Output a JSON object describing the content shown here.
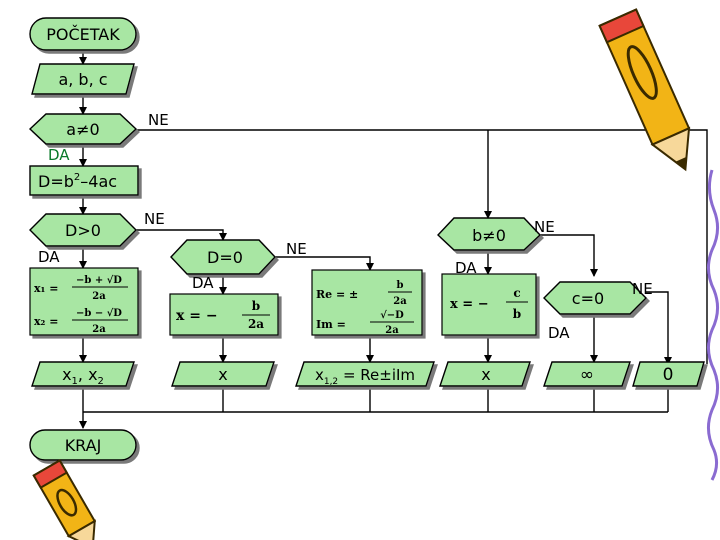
{
  "colors": {
    "fill": "#a8e6a3",
    "line": "#000000",
    "label_green": "#0b7a2a"
  },
  "nodes": {
    "start": "POČETAK",
    "input": "a, b, c",
    "cond_a": "a≠0",
    "discriminant_base": "D=b",
    "discriminant_exp": "2",
    "discriminant_rest": "–4ac",
    "cond_dpos": "D>0",
    "cond_dzero": "D=0",
    "cond_b": "b≠0",
    "cond_c": "c=0",
    "end": "KRAJ"
  },
  "labels": {
    "ne1": "NE",
    "da1": "DA",
    "ne2": "NE",
    "da2": "DA",
    "ne3": "NE",
    "da3": "DA",
    "ne4": "NE",
    "da4": "DA",
    "ne5": "NE"
  },
  "formulas": {
    "x1_lhs": "x₁ =",
    "x1_num": "−b + √D",
    "x1_den": "2a",
    "x2_lhs": "x₂ =",
    "x2_num": "−b − √D",
    "x2_den": "2a",
    "x_lhs": "x = −",
    "x_num": "b",
    "x_den": "2a",
    "re_lhs": "Re = ±",
    "re_num": "b",
    "re_den": "2a",
    "im_lhs": "Im =",
    "im_num": "√−D",
    "im_den": "2a",
    "lin_lhs": "x = −",
    "lin_num": "c",
    "lin_den": "b"
  },
  "outputs": {
    "out1_a": "x",
    "out1_s1": "1",
    "out1_b": ", x",
    "out1_s2": "2",
    "out2": "x",
    "out3_a": "x",
    "out3_s": "1,2",
    "out3_b": " = Re±iIm",
    "out4": "x",
    "out5": "∞",
    "out6": "0"
  },
  "decor": {
    "pencil_icon": "pencil-icon",
    "pencil_small_icon": "pencil-small-icon"
  }
}
